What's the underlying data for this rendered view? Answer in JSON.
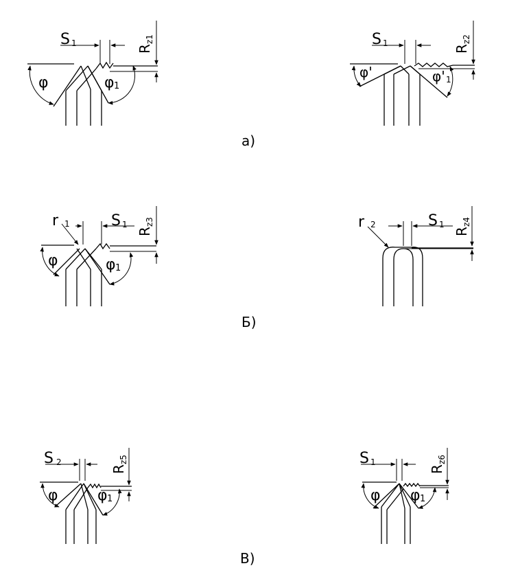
{
  "figure": {
    "captions": {
      "a": "a)",
      "b": "Б)",
      "c": "В)"
    },
    "panels": [
      {
        "id": "a-left",
        "s_main": "S",
        "s_sub": "1",
        "rz_main": "R",
        "rz_sub": "z1",
        "phi_left": "φ",
        "phi_right_main": "φ",
        "phi_right_sub": "1"
      },
      {
        "id": "a-right",
        "s_main": "S",
        "s_sub": "1",
        "rz_main": "R",
        "rz_sub": "z2",
        "phi_left": "φ'",
        "phi_right_main": "φ'",
        "phi_right_sub": "1"
      },
      {
        "id": "b-left",
        "s_main": "S",
        "s_sub": "1",
        "rz_main": "R",
        "rz_sub": "z3",
        "r_main": "r",
        "r_sub": "1",
        "phi_left": "φ",
        "phi_right_main": "φ",
        "phi_right_sub": "1"
      },
      {
        "id": "b-right",
        "s_main": "S",
        "s_sub": "1",
        "rz_main": "R",
        "rz_sub": "z4",
        "r_main": "r",
        "r_sub": "2"
      },
      {
        "id": "c-left",
        "s_main": "S",
        "s_sub": "2",
        "rz_main": "R",
        "rz_sub": "z5",
        "phi_left": "φ",
        "phi_right_main": "φ",
        "phi_right_sub": "1"
      },
      {
        "id": "c-right",
        "s_main": "S",
        "s_sub": "1",
        "rz_main": "R",
        "rz_sub": "z6",
        "phi_left": "φ",
        "phi_right_main": "φ",
        "phi_right_sub": "1"
      }
    ]
  }
}
